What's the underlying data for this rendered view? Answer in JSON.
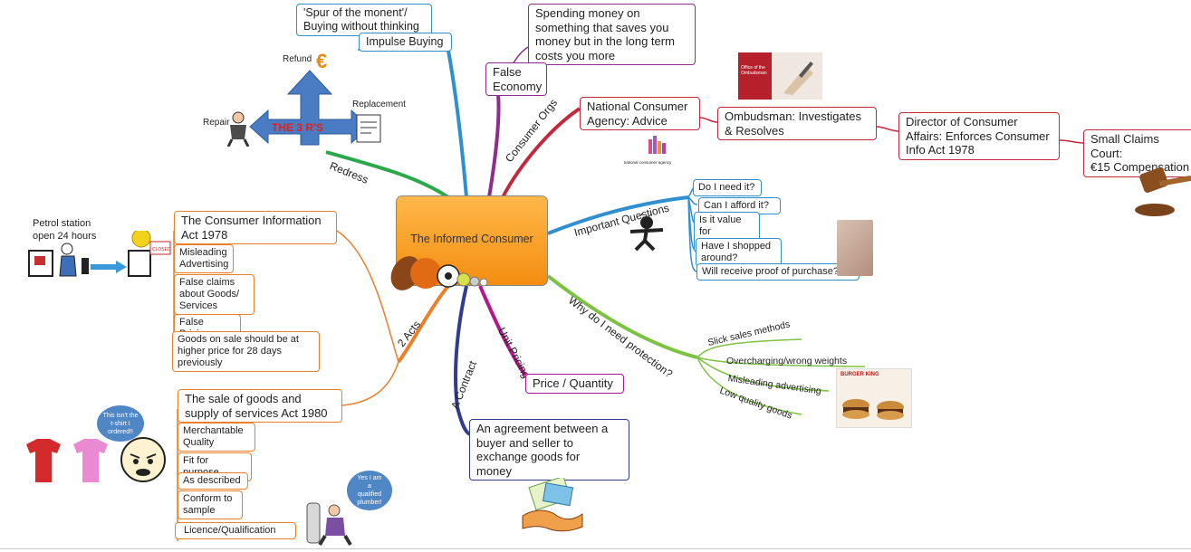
{
  "central_topic": "The Informed Consumer",
  "branches": {
    "impulse": {
      "label": "Impulse Buying",
      "detail": "'Spur of the monent'/\nBuying without thinking"
    },
    "false_economy": {
      "label": "False\nEconomy",
      "detail": "Spending money on\nsomething that saves you\nmoney but in the long term\ncosts you more"
    },
    "consumer_orgs": {
      "label": "Consumer Orgs",
      "items": [
        "National Consumer\nAgency: Advice",
        "Ombudsman: Investigates\n& Resolves",
        "Director of Consumer\nAffairs: Enforces Consumer\nInfo Act 1978",
        "Small Claims Court:\n€15 Compensation"
      ]
    },
    "questions": {
      "label": "Important Questions",
      "items": [
        "Do I need it?",
        "Can I afford it?",
        "Is it value for\nmoney?",
        "Have I shopped\naround?",
        "Will receive proof of purchase?"
      ]
    },
    "protection": {
      "label": "Why do I need protection?",
      "items": [
        "Slick sales methods",
        "Overcharging/wrong weights",
        "Misleading advertising",
        "Low quality goods"
      ]
    },
    "unit_pricing": {
      "label": "Unit Pricing",
      "detail": "Price / Quantity"
    },
    "contract": {
      "label": "A Contract",
      "detail": "An agreement between a\nbuyer and seller to\nexchange goods for\nmoney"
    },
    "acts": {
      "label": "2 Acts",
      "act1": {
        "title": "The Consumer Information\nAct 1978",
        "items": [
          "Misleading\nAdvertising",
          "False claims\nabout Goods/\nServices",
          "False Pricing",
          "Goods on sale should be at\nhigher price for 28 days\npreviously"
        ]
      },
      "act2": {
        "title": "The sale of goods and\nsupply of services Act 1980",
        "items": [
          "Merchantable\nQuality",
          "Fit for purpose",
          "As described",
          "Conform to\nsample",
          "Licence/Qualification"
        ]
      }
    },
    "redress": {
      "label": "Redress",
      "three_rs": "THE 3 R'S",
      "refund": "Refund",
      "replacement": "Replacement",
      "repair": "Repair"
    }
  },
  "illustrations": {
    "petrol_caption": "Petrol station\nopen 24 hours",
    "tshirt_bubble": "This isn't the\nt-shirt I\nordered!!",
    "plumber_bubble": "Yes I am\na\nqualified\nplumber!",
    "agency_logo": "national consumer agency",
    "ombudsman_sign": "Office of the Ombudsman",
    "burger_brand": "BURGER KING",
    "closed_sign": "CLOSED",
    "euro_symbol": "€"
  },
  "colors": {
    "blue": "#2f8fd0",
    "purple": "#8e2d8c",
    "red": "#c3283c",
    "green": "#7dc242",
    "orange": "#ec7f2a",
    "navy": "#323c8c",
    "magenta": "#b2188c",
    "redress_green": "#2aa84a",
    "center_fill": "#f7a12a"
  }
}
